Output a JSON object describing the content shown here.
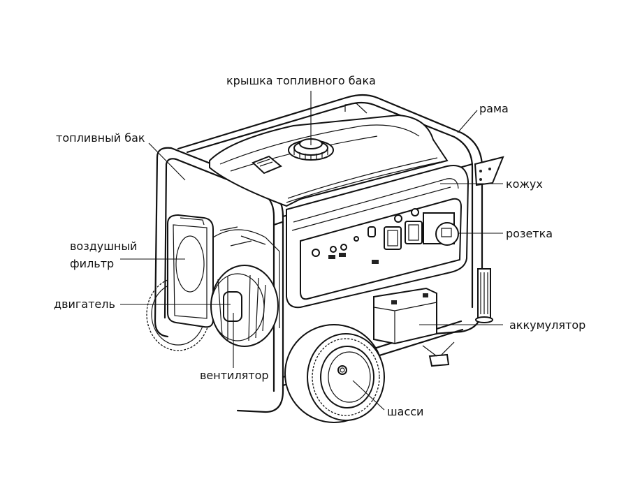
{
  "diagram": {
    "subject": "portable generator",
    "labels": {
      "fuel_cap": "крышка топливного бака",
      "fuel_tank": "топливный бак",
      "frame": "рама",
      "casing": "кожух",
      "socket": "розетка",
      "air_filter_line1": "воздушный",
      "air_filter_line2": "фильтр",
      "engine": "двигатель",
      "battery": "аккумулятор",
      "fan": "вентилятор",
      "chassis": "шасси"
    }
  }
}
